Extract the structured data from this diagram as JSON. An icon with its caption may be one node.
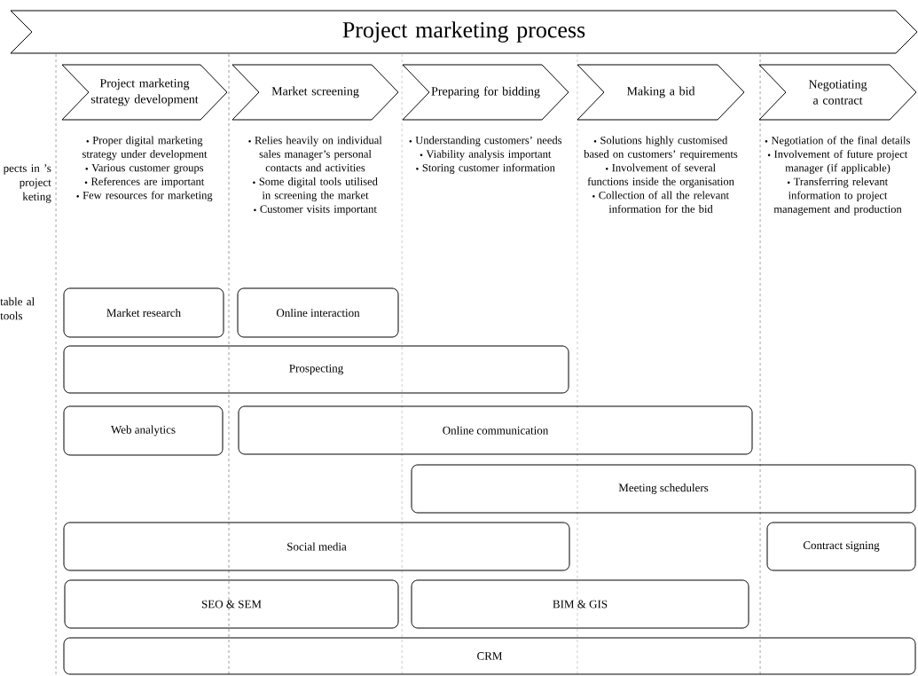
{
  "diagram": {
    "nodes": [
      {
        "text": [
          "Project marketing process"
        ]
      },
      {
        "text": [
          "Project marketing strategy development"
        ],
        "beside": [
          "Proper digital marketing strategy under development",
          "Various customer groups",
          "References are important",
          "Few resources for marketing"
        ]
      },
      {
        "text": [
          "Market screening"
        ],
        "beside": [
          "Relies heavily on individual sales manager’s personal contacts and activities",
          "Some digital tools utilised in screening the market",
          "Customer visits important"
        ]
      },
      {
        "text": [
          "Preparing for bidding"
        ],
        "beside": [
          "Understanding customers’ needs",
          "Viability analysis important",
          "Storing customer information"
        ]
      },
      {
        "text": [
          "Making a bid"
        ],
        "beside": [
          "Solutions highly customised based on customers’ requirements",
          "Involvement of several functions inside the organisation",
          "Collection of all the relevant information for the bid"
        ]
      },
      {
        "text": [
          "Negotiating a contract"
        ],
        "beside": [
          "Negotiation of the final details",
          "Involvement of future project manager (if applicable)",
          "Transferring relevant information to project management and production"
        ]
      },
      {
        "text": [
          "Market research"
        ]
      },
      {
        "text": [
          "Online interaction"
        ]
      },
      {
        "text": [
          "Prospecting"
        ]
      },
      {
        "text": [
          "Web analytics"
        ]
      },
      {
        "text": [
          "Online communication"
        ]
      },
      {
        "text": [
          "Meeting schedulers"
        ]
      },
      {
        "text": [
          "Social media"
        ]
      },
      {
        "text": [
          "Contract signing"
        ]
      },
      {
        "text": [
          "SEO & SEM"
        ]
      },
      {
        "text": [
          "BIM & GIS"
        ]
      },
      {
        "text": [
          "CRM"
        ]
      }
    ],
    "labels": [
      "pects in ’s project keting",
      "table al tools"
    ]
  }
}
